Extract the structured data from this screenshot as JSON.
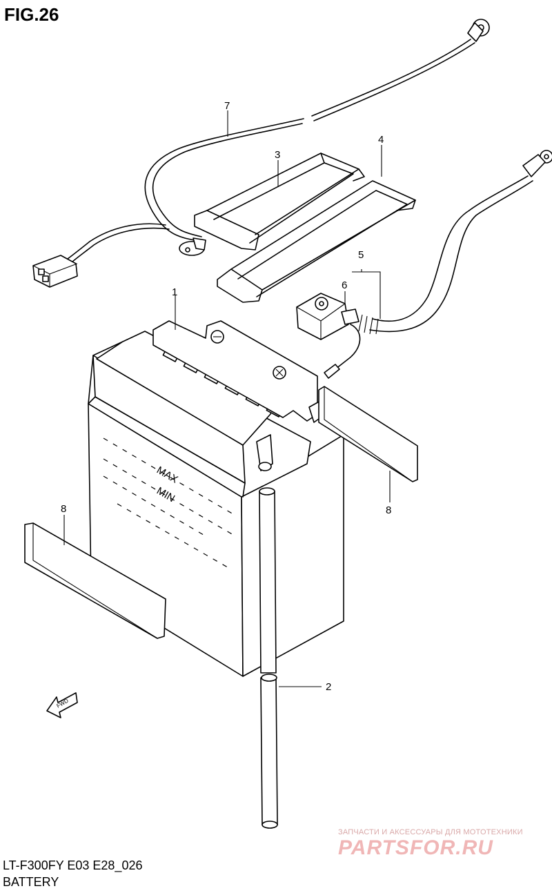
{
  "figure": {
    "title": "FIG.26",
    "model_code": "LT-F300FY E03 E28_026",
    "section": "BATTERY"
  },
  "battery": {
    "max_mark": "MAX",
    "min_mark": "MIN"
  },
  "direction_marker": "FWD",
  "callouts": {
    "battery": "1",
    "breather_hose": "2",
    "band_3": "3",
    "band_4": "4",
    "cable_5": "5",
    "cover_6": "6",
    "cable_7": "7",
    "pad_left": "8",
    "pad_right": "8"
  },
  "watermark": {
    "tagline": "ЗАПЧАСТИ И АКСЕССУАРЫ ДЛЯ МОТОТЕХНИКИ",
    "brand": "PARTSFOR.RU"
  }
}
